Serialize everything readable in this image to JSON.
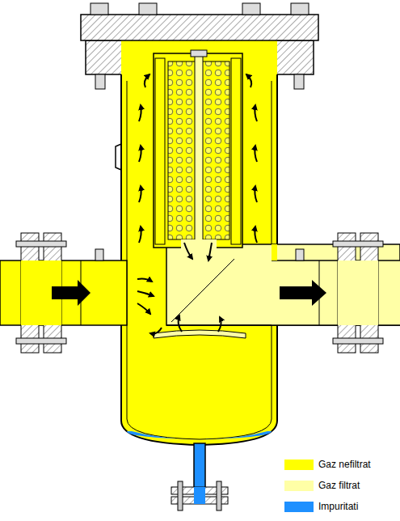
{
  "diagram": {
    "legend": [
      {
        "text": "Gaz nefiltrat",
        "color": "#ffff00"
      },
      {
        "text": "Gaz filtrat",
        "color": "#ffffa6"
      },
      {
        "text": "Impuritati",
        "color": "#1e90ff"
      }
    ]
  }
}
